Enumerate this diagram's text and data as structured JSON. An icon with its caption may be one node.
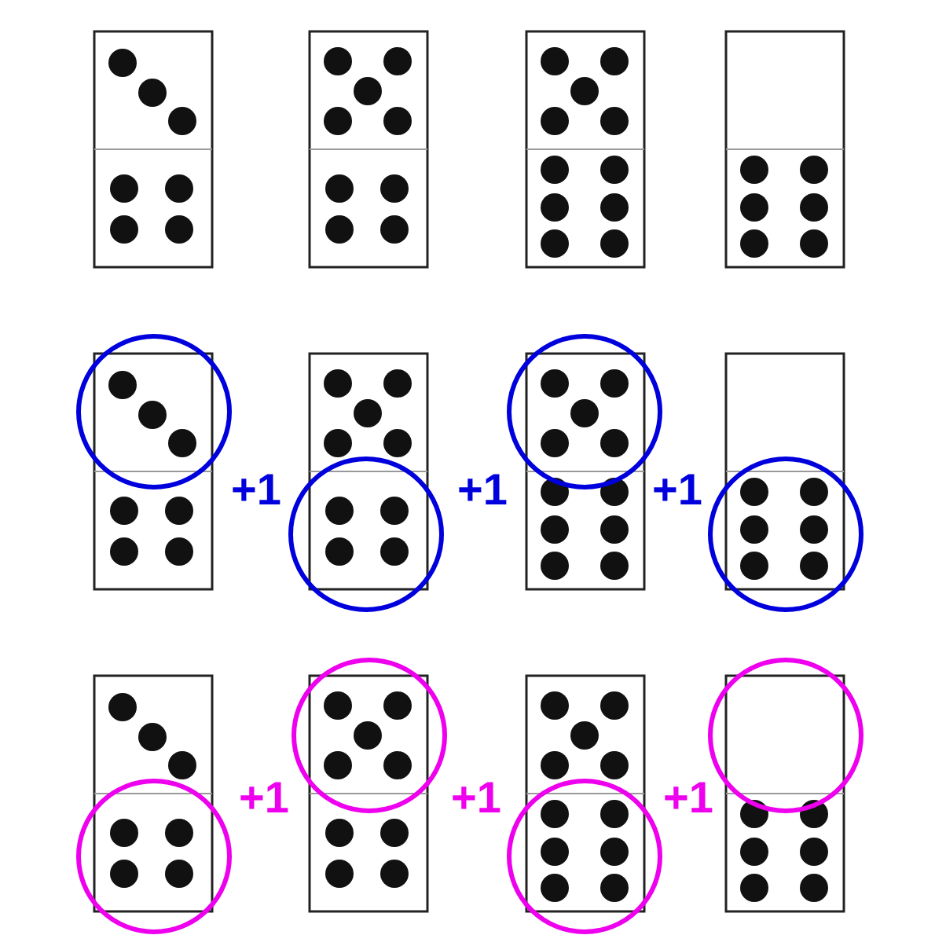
{
  "diagram": {
    "labels": [
      "+1",
      "+1",
      "+1",
      "+1",
      "+1",
      "+1"
    ]
  }
}
